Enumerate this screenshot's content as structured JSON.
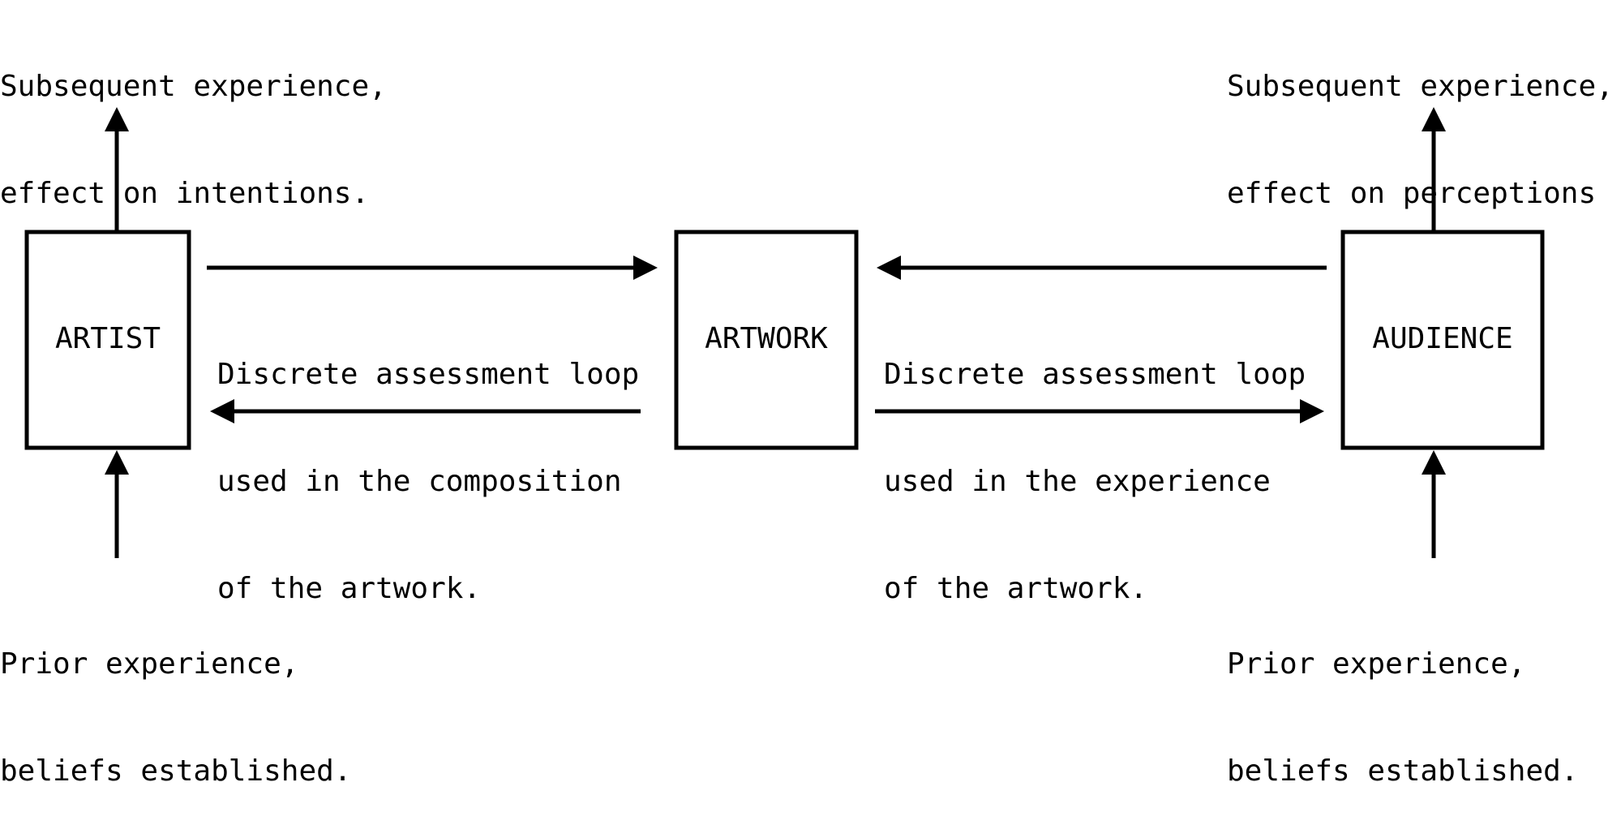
{
  "nodes": {
    "artist": "ARTIST",
    "artwork": "ARTWORK",
    "audience": "AUDIENCE"
  },
  "artist_side": {
    "top": [
      "Subsequent experience,",
      "effect on intentions."
    ],
    "bottom": [
      "Prior experience,",
      "beliefs established."
    ]
  },
  "audience_side": {
    "top": [
      "Subsequent experience,",
      "effect on perceptions"
    ],
    "bottom": [
      "Prior experience,",
      "beliefs established."
    ]
  },
  "loops": {
    "composition": [
      "Discrete assessment loop",
      "used in the composition",
      "of the artwork."
    ],
    "experience": [
      "Discrete assessment loop",
      "used in the experience",
      "of the artwork."
    ]
  }
}
